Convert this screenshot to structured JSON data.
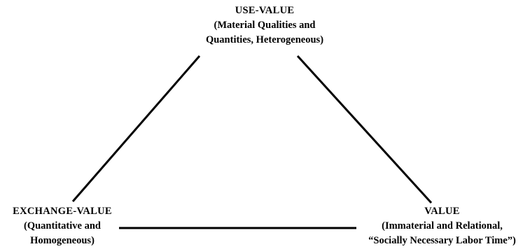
{
  "diagram": {
    "nodes": {
      "use_value": {
        "title": "USE-VALUE",
        "line1": "(Material Qualities and",
        "line2": "Quantities, Heterogeneous)"
      },
      "exchange_value": {
        "title": "EXCHANGE-VALUE",
        "line1": "(Quantitative and",
        "line2": "Homogeneous)"
      },
      "value": {
        "title": "VALUE",
        "line1": "(Immaterial and Relational,",
        "line2": "“Socially Necessary Labor Time”)"
      }
    },
    "edges": [
      {
        "from": "use_value",
        "to": "exchange_value"
      },
      {
        "from": "use_value",
        "to": "value"
      },
      {
        "from": "exchange_value",
        "to": "value"
      }
    ],
    "colors": {
      "line": "#000000",
      "text": "#000000",
      "background": "#ffffff"
    }
  }
}
